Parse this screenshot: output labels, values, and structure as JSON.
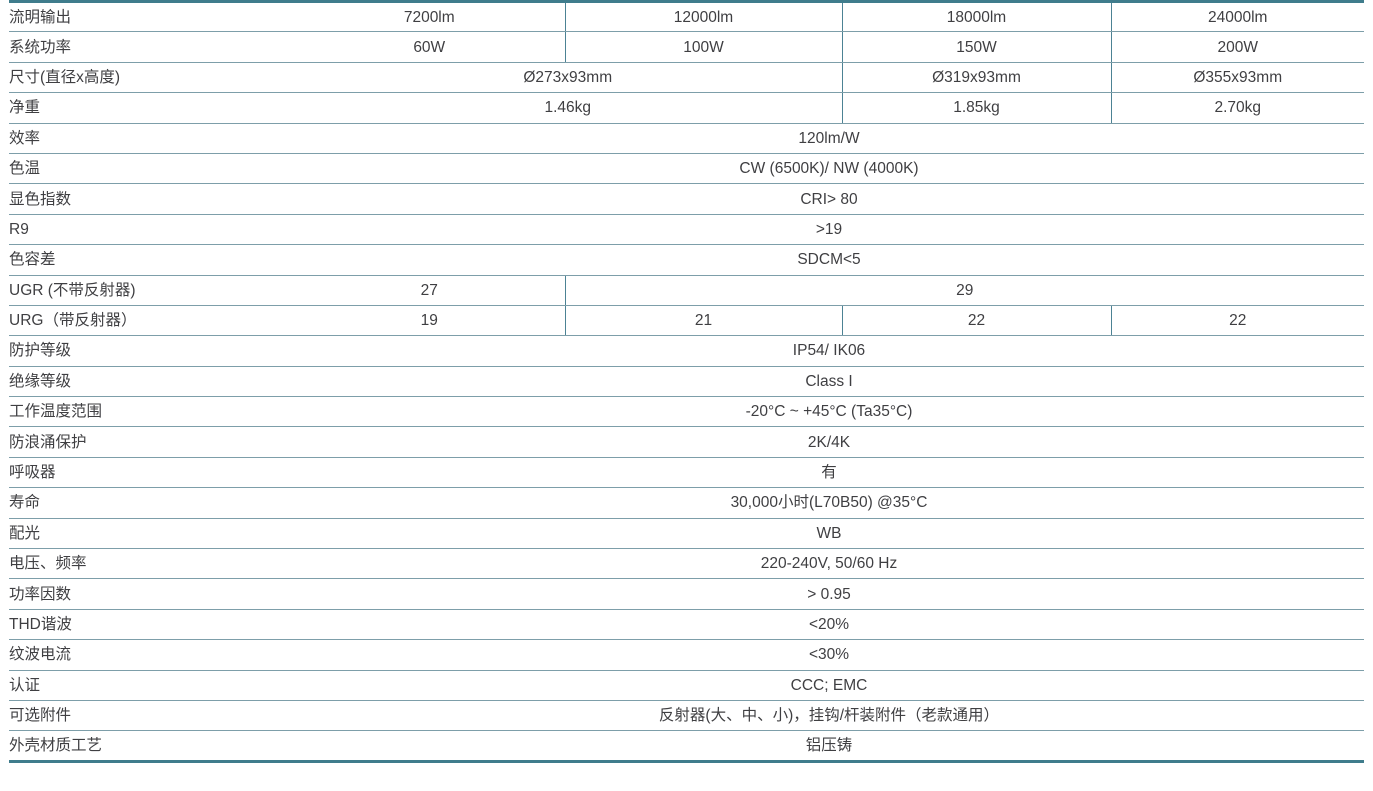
{
  "document": {
    "type": "product-specification-table",
    "colors": {
      "heavy_rule": "#3f7c8c",
      "light_rule": "#7d9ea9",
      "divider": "#4c8294",
      "text": "#3f3f42",
      "background": "#ffffff"
    }
  },
  "table": {
    "columns": [
      {
        "key": "label",
        "header": ""
      },
      {
        "key": "v1",
        "header": "7200lm"
      },
      {
        "key": "v2",
        "header": "12000lm"
      },
      {
        "key": "v3",
        "header": "18000lm"
      },
      {
        "key": "v4",
        "header": "24000lm"
      }
    ],
    "rows": [
      {
        "label": "流明输出",
        "layout": "four",
        "values": [
          "7200lm",
          "12000lm",
          "18000lm",
          "24000lm"
        ]
      },
      {
        "label": "系统功率",
        "layout": "four",
        "values": [
          "60W",
          "100W",
          "150W",
          "200W"
        ]
      },
      {
        "label": "尺寸(直径x高度)",
        "layout": "span2-1-1",
        "values": [
          "Ø273x93mm",
          "Ø319x93mm",
          "Ø355x93mm"
        ]
      },
      {
        "label": "净重",
        "layout": "span2-1-1",
        "values": [
          "1.46kg",
          "1.85kg",
          "2.70kg"
        ]
      },
      {
        "label": "效率",
        "layout": "full",
        "values": [
          "120lm/W"
        ]
      },
      {
        "label": "色温",
        "layout": "full",
        "values": [
          "CW (6500K)/ NW (4000K)"
        ]
      },
      {
        "label": "显色指数",
        "layout": "full",
        "values": [
          "CRI> 80"
        ]
      },
      {
        "label": "R9",
        "layout": "full",
        "values": [
          ">19"
        ]
      },
      {
        "label": "色容差",
        "layout": "full",
        "values": [
          "SDCM<5"
        ]
      },
      {
        "label": "UGR (不带反射器)",
        "layout": "one-span3",
        "values": [
          "27",
          "29"
        ]
      },
      {
        "label": "URG（带反射器）",
        "layout": "four",
        "values": [
          "19",
          "21",
          "22",
          "22"
        ]
      },
      {
        "label": "防护等级",
        "layout": "full",
        "values": [
          "IP54/ IK06"
        ]
      },
      {
        "label": "绝缘等级",
        "layout": "full",
        "values": [
          "Class I"
        ]
      },
      {
        "label": "工作温度范围",
        "layout": "full",
        "values": [
          "-20°C ~ +45°C (Ta35°C)"
        ]
      },
      {
        "label": "防浪涌保护",
        "layout": "full",
        "values": [
          "2K/4K"
        ]
      },
      {
        "label": "呼吸器",
        "layout": "full",
        "values": [
          "有"
        ]
      },
      {
        "label": "寿命",
        "layout": "full",
        "values": [
          "30,000小时(L70B50) @35°C"
        ]
      },
      {
        "label": "配光",
        "layout": "full",
        "values": [
          "WB"
        ]
      },
      {
        "label": "电压、频率",
        "layout": "full",
        "values": [
          "220-240V, 50/60 Hz"
        ]
      },
      {
        "label": "功率因数",
        "layout": "full",
        "values": [
          "> 0.95"
        ]
      },
      {
        "label": "THD谐波",
        "layout": "full",
        "values": [
          "<20%"
        ]
      },
      {
        "label": "纹波电流",
        "layout": "full",
        "values": [
          "<30%"
        ]
      },
      {
        "label": "认证",
        "layout": "full",
        "values": [
          "CCC; EMC"
        ]
      },
      {
        "label": "可选附件",
        "layout": "full",
        "values": [
          "反射器(大、中、小)，挂钩/杆装附件（老款通用）"
        ]
      },
      {
        "label": "外壳材质工艺",
        "layout": "full",
        "values": [
          "铝压铸"
        ]
      }
    ]
  }
}
